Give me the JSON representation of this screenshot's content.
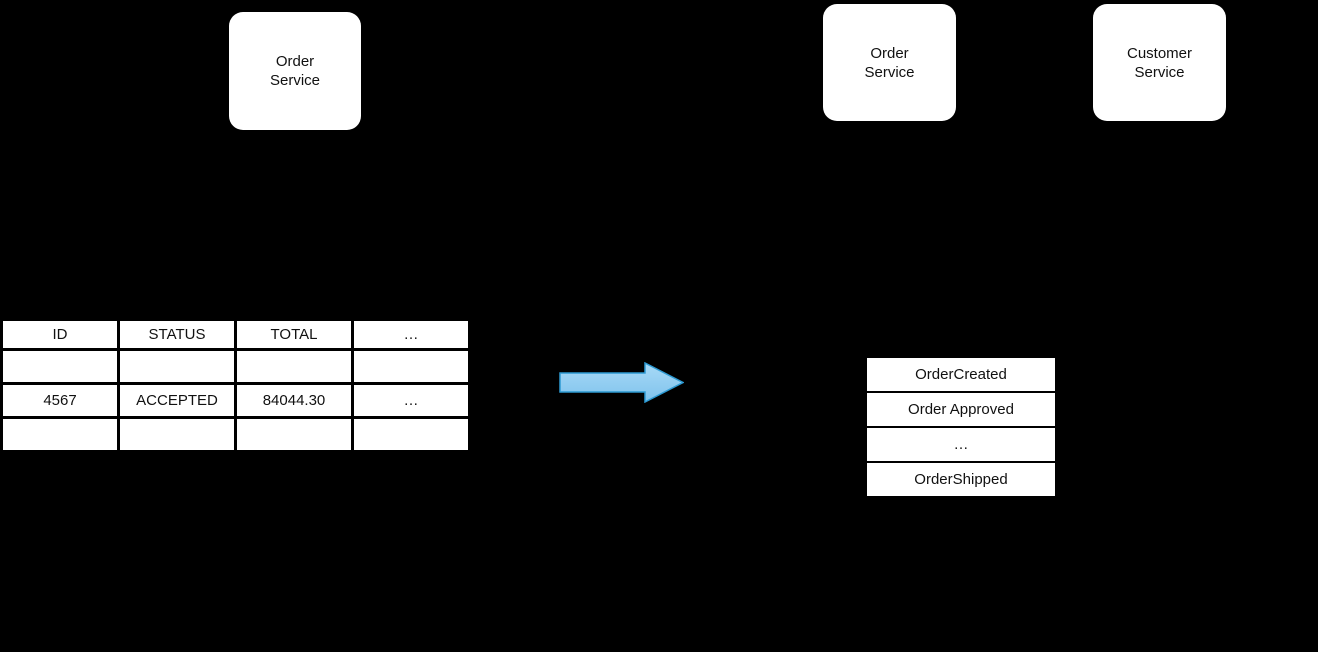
{
  "canvas": {
    "background": "#000000"
  },
  "before": {
    "service_box": {
      "label": "Order\nService"
    },
    "order_table": {
      "columns": [
        "ID",
        "STATUS",
        "TOTAL",
        "…"
      ],
      "rows": [
        [
          "",
          "",
          "",
          ""
        ],
        [
          "4567",
          "ACCEPTED",
          "84044.30",
          "…"
        ],
        [
          "",
          "",
          "",
          ""
        ]
      ]
    }
  },
  "arrow": {
    "fill_top": "#a8daf7",
    "fill_bottom": "#7fc2ec",
    "border": "#2d9ad3"
  },
  "after": {
    "order_service_box": {
      "label": "Order\nService"
    },
    "customer_service_box": {
      "label": "Customer\nService"
    },
    "event_list": [
      "OrderCreated",
      "Order Approved",
      "…",
      "OrderShipped"
    ]
  }
}
